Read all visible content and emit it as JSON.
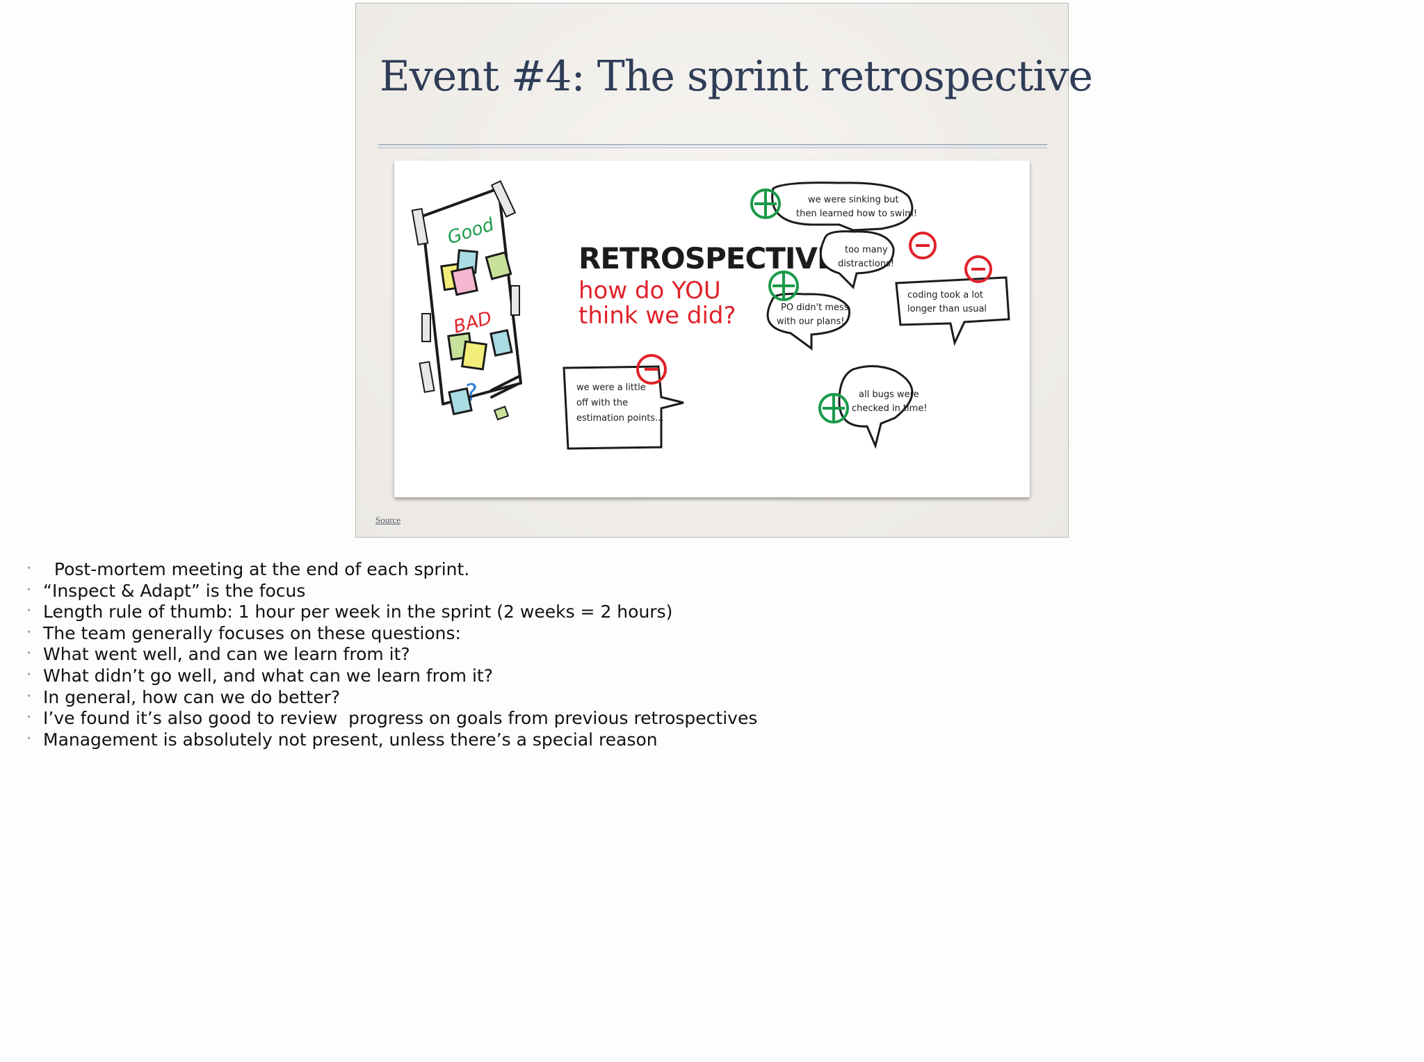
{
  "slide": {
    "title": "Event #4: The sprint retrospective",
    "source_label": "Source",
    "illustration": {
      "heading": "RETROSPECTIVE",
      "subheading_line1": "how do YOU",
      "subheading_line2": "think we did?",
      "board_good": "Good",
      "board_bad": "BAD",
      "board_question": "?",
      "bubbles": [
        {
          "line1": "we were sinking but",
          "line2": "then learned how to swim!",
          "sign": "+"
        },
        {
          "line1": "too many",
          "line2": "distractions!",
          "sign": "-"
        },
        {
          "line1": "coding took a lot",
          "line2": "longer than usual",
          "sign": "-"
        },
        {
          "line1": "PO didn't mess",
          "line2": "with our plans!",
          "sign": "+"
        },
        {
          "line1": "we were a little",
          "line2": "off with the",
          "line3": "estimation points...",
          "sign": "-"
        },
        {
          "line1": "all bugs were",
          "line2": "checked in time!",
          "sign": "+"
        }
      ],
      "colors": {
        "good": "#1a9a4a",
        "bad": "#e0222a",
        "ink": "#1b1b1b"
      }
    }
  },
  "notes": {
    "items": [
      {
        "text": "  Post-mortem meeting at the end of each sprint."
      },
      {
        "text": "“Inspect & Adapt” is the focus"
      },
      {
        "text": "Length rule of thumb: 1 hour per week in the sprint (2 weeks = 2 hours)"
      },
      {
        "text": "The team generally focuses on these questions:"
      },
      {
        "text": "What went well, and can we learn from it?"
      },
      {
        "text": "What didn’t go well, and what can we learn from it?"
      },
      {
        "text": "In general, how can we do better?"
      },
      {
        "text": "I’ve found it’s also good to review  progress on goals from previous retrospectives"
      },
      {
        "text": "Management is absolutely not present, unless there’s a special reason"
      }
    ],
    "bullet_glyph": "•"
  }
}
